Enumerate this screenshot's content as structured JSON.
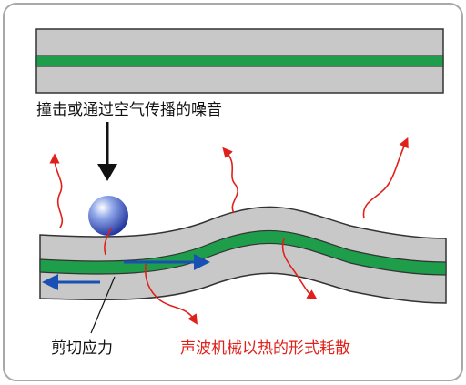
{
  "labels": {
    "impact_noise": "撞击或通过空气传播的噪音",
    "shear_stress": "剪切应力",
    "dissipation": "声波机械以热的形式耗散"
  },
  "colors": {
    "border": "#a9a9a9",
    "layer_gray": "#c8c8c8",
    "layer_stroke": "#333333",
    "damping_green": "#1e9e4a",
    "heat_arrow": "#e0201a",
    "shear_arrow": "#1a4fb3",
    "dissipation_text": "#e0201a"
  }
}
